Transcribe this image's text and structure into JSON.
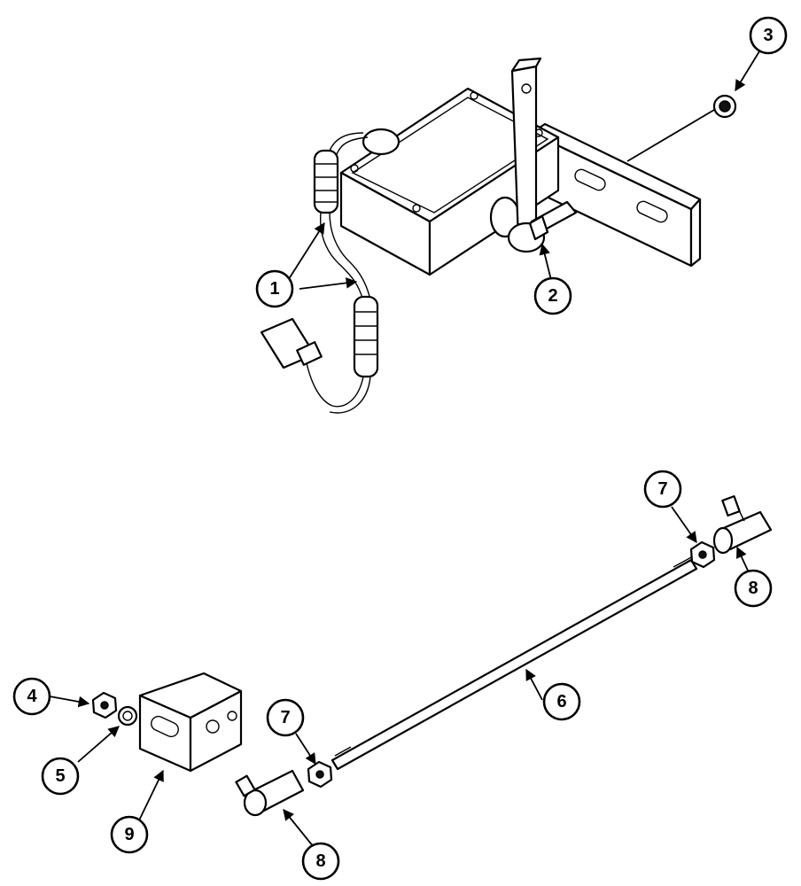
{
  "callouts": [
    {
      "id": "c1",
      "label": "1"
    },
    {
      "id": "c2",
      "label": "2"
    },
    {
      "id": "c3",
      "label": "3"
    },
    {
      "id": "c4",
      "label": "4"
    },
    {
      "id": "c5",
      "label": "5"
    },
    {
      "id": "c6",
      "label": "6"
    },
    {
      "id": "c7a",
      "label": "7"
    },
    {
      "id": "c7b",
      "label": "7"
    },
    {
      "id": "c8a",
      "label": "8"
    },
    {
      "id": "c8b",
      "label": "8"
    },
    {
      "id": "c9",
      "label": "9"
    }
  ]
}
